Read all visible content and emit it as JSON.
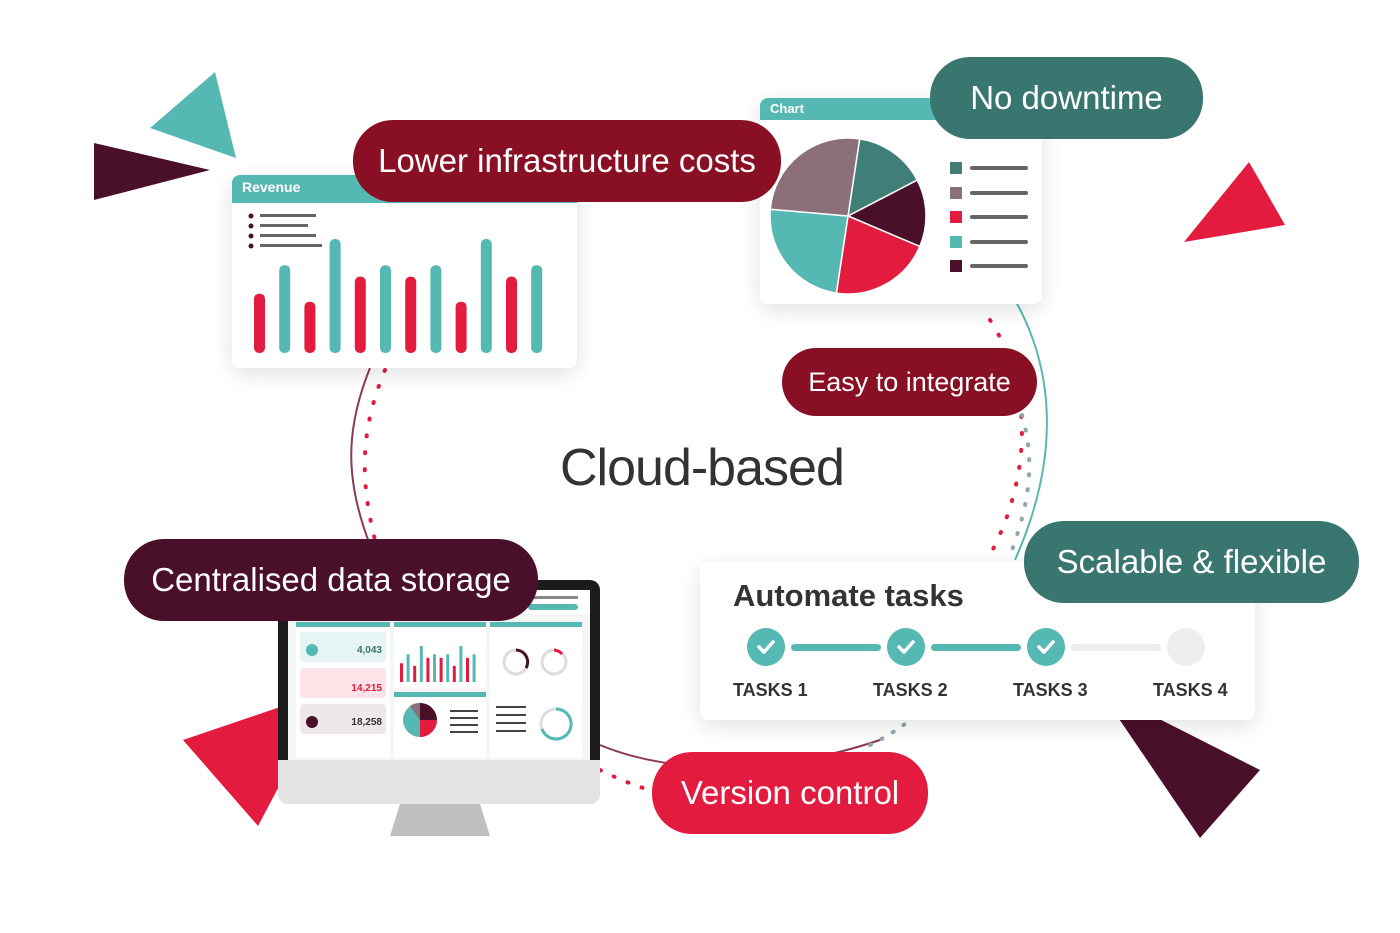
{
  "center_title": "Cloud-based",
  "pills": {
    "lower_costs": "Lower infrastructure costs",
    "no_downtime": "No downtime",
    "easy_integrate": "Easy to integrate",
    "scalable": "Scalable & flexible",
    "centralised": "Centralised data storage",
    "version_control": "Version control"
  },
  "revenue_card": {
    "title": "Revenue",
    "bar_levels": [
      0.52,
      0.77,
      0.45,
      1.0,
      0.67,
      0.77,
      0.67,
      0.77,
      0.45,
      1.0,
      0.67,
      0.77
    ],
    "bar_colors": [
      "#e31b3e",
      "#56b8b2"
    ]
  },
  "chart_card": {
    "title": "Chart",
    "slices": [
      {
        "fraction": 0.15,
        "color": "#3f7f78"
      },
      {
        "fraction": 0.14,
        "color": "#4a1029"
      },
      {
        "fraction": 0.21,
        "color": "#e31b3e"
      },
      {
        "fraction": 0.24,
        "color": "#56b8b2"
      },
      {
        "fraction": 0.26,
        "color": "#8b6f79"
      }
    ],
    "legend_colors": [
      "#3f7f78",
      "#8b6f79",
      "#e31b3e",
      "#56b8b2",
      "#4a1029"
    ]
  },
  "tasks_card": {
    "title": "Automate tasks",
    "tasks": [
      {
        "label": "TASKS 1",
        "done": true
      },
      {
        "label": "TASKS 2",
        "done": true
      },
      {
        "label": "TASKS 3",
        "done": true
      },
      {
        "label": "TASKS 4",
        "done": false
      }
    ]
  },
  "monitor": {
    "values": [
      "4,043",
      "14,215",
      "18,258"
    ]
  },
  "colors": {
    "teal": "#56b8b2",
    "dark_teal": "#3a7670",
    "maroon": "#891024",
    "dark_maroon": "#4a1029",
    "red": "#e31b3e"
  }
}
